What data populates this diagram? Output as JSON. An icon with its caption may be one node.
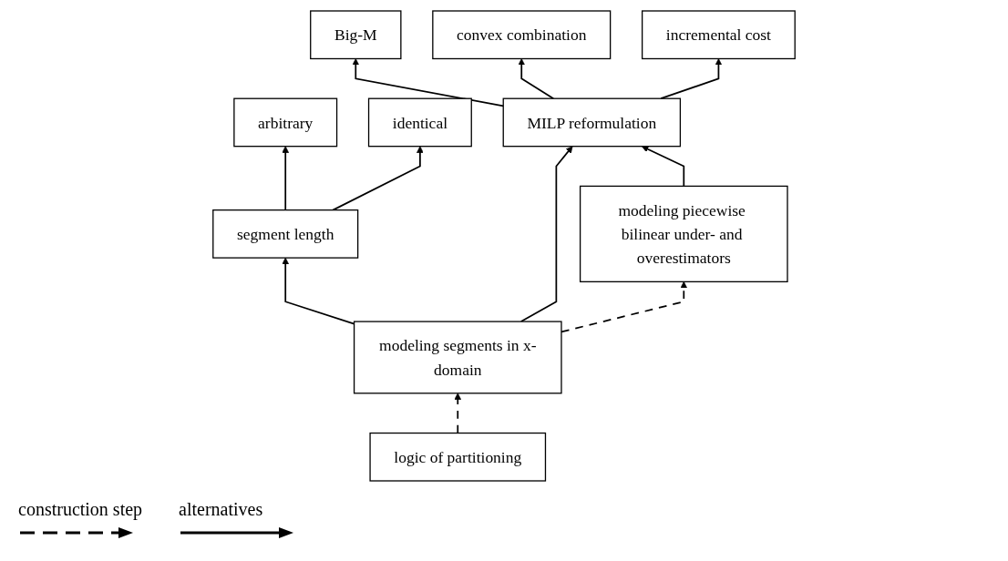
{
  "diagram": {
    "nodes": [
      {
        "text": [
          "arbitrary"
        ]
      },
      {
        "text": [
          "identical"
        ]
      },
      {
        "text": [
          "Big-M"
        ]
      },
      {
        "text": [
          "convex combination"
        ]
      },
      {
        "text": [
          "incremental cost"
        ]
      },
      {
        "text": [
          "segment length"
        ]
      },
      {
        "text": [
          "MILP reformulation"
        ]
      },
      {
        "text": [
          "logic of partitioning"
        ]
      },
      {
        "text": [
          "modeling segments in x-domain"
        ]
      },
      {
        "text": [
          "modeling piecewise bilinear under- and overestimators"
        ]
      }
    ],
    "edges": [
      {
        "from": 5,
        "to": 0,
        "arrow": "to"
      },
      {
        "from": 5,
        "to": 1,
        "arrow": "to"
      },
      {
        "from": 6,
        "to": 2,
        "arrow": "to"
      },
      {
        "from": 6,
        "to": 3,
        "arrow": "to"
      },
      {
        "from": 6,
        "to": 4,
        "arrow": "to"
      },
      {
        "from": 8,
        "to": 5,
        "arrow": "to"
      },
      {
        "from": 8,
        "to": 6,
        "arrow": "to"
      },
      {
        "from": 9,
        "to": 6,
        "arrow": "to"
      },
      {
        "from": 7,
        "to": 8,
        "arrow": "to",
        "style": "dashed"
      },
      {
        "from": 8,
        "to": 9,
        "arrow": "to",
        "style": "dashed"
      }
    ],
    "legend": [
      {
        "text": "construction step"
      },
      {
        "text": "alternatives"
      }
    ]
  }
}
